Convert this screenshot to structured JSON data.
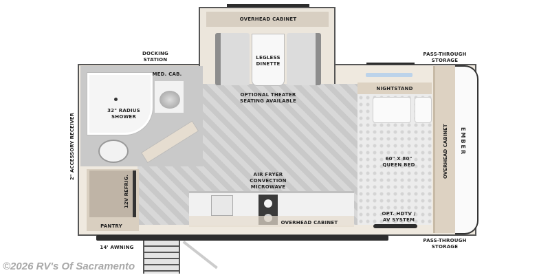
{
  "floorplan": {
    "labels": {
      "overhead_cabinet_top": "OVERHEAD CABINET",
      "legless_dinette": "LEGLESS\nDINETTE",
      "optional_theater": "OPTIONAL THEATER\nSEATING AVAILABLE",
      "docking_station": "DOCKING\nSTATION",
      "med_cab": "MED. CAB.",
      "shower": "32\" RADIUS\nSHOWER",
      "accessory_receiver": "2\" ACCESSORY RECEIVER",
      "refrigerator": "12V REFRIG.",
      "pantry": "PANTRY",
      "awning": "14' AWNING",
      "microwave": "AIR FRYER\nCONVECTION\nMICROWAVE",
      "overhead_cabinet_bottom": "OVERHEAD CABINET",
      "nightstand": "NIGHTSTAND",
      "queen_bed": "60\" X 80\"\nQUEEN BED",
      "hdtv": "OPT. HDTV /\nAV SYSTEM",
      "overhead_cabinet_right": "OVERHEAD CABINET",
      "pass_through_top": "PASS-THROUGH\nSTORAGE",
      "pass_through_bottom": "PASS-THROUGH\nSTORAGE",
      "brand_logo": "EMBER"
    },
    "colors": {
      "wall_tan": "#ddd2c2",
      "wall_dark": "#2d2d2d",
      "floor_light": "#d8d8d8",
      "floor_dark": "#c9c9c9",
      "bed": "#e4e4e4",
      "seat": "#d9d9d9"
    }
  },
  "watermark": {
    "text": "©2026 RV's Of Sacramento"
  }
}
